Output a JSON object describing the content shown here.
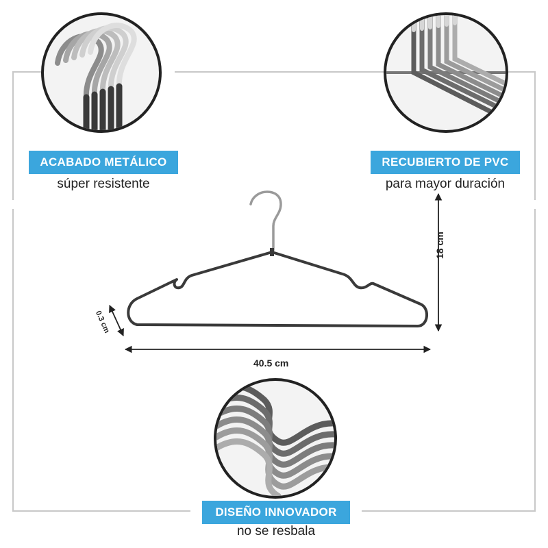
{
  "features": {
    "metal": {
      "title": "ACABADO METÁLICO",
      "subtitle": "súper resistente"
    },
    "pvc": {
      "title": "RECUBIERTO DE PVC",
      "subtitle": "para mayor duración"
    },
    "design": {
      "title": "DISEÑO INNOVADOR",
      "subtitle": "no se resbala"
    }
  },
  "dimensions": {
    "height": "18 cm",
    "width": "40.5 cm",
    "thickness": "0.3 cm"
  },
  "colors": {
    "accent": "#3ba6dd",
    "frame": "#c8c8c8",
    "hanger": "#3a3a3a",
    "hook": "#9a9a9a"
  }
}
